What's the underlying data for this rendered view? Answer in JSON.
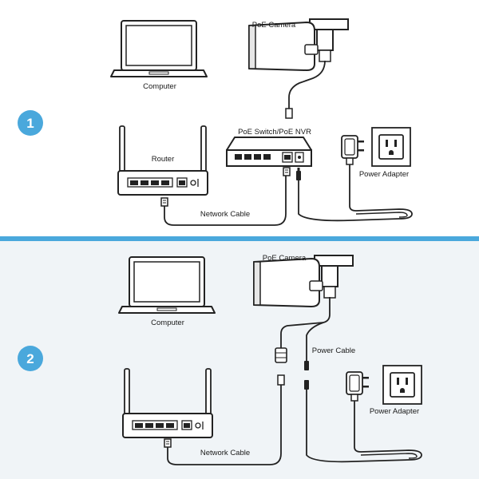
{
  "accent_color": "#4aa8dc",
  "lower_bg_color": "#f0f4f7",
  "step1": {
    "number": "1",
    "labels": {
      "poe_camera": "PoE Camera",
      "computer": "Computer",
      "switch": "PoE Switch/PoE NVR",
      "router": "Router",
      "power_adapter": "Power Adapter",
      "network_cable": "Network Cable"
    }
  },
  "step2": {
    "number": "2",
    "labels": {
      "poe_camera": "PoE Camera",
      "computer": "Computer",
      "power_cable": "Power Cable",
      "power_adapter": "Power Adapter",
      "network_cable": "Network Cable"
    }
  }
}
